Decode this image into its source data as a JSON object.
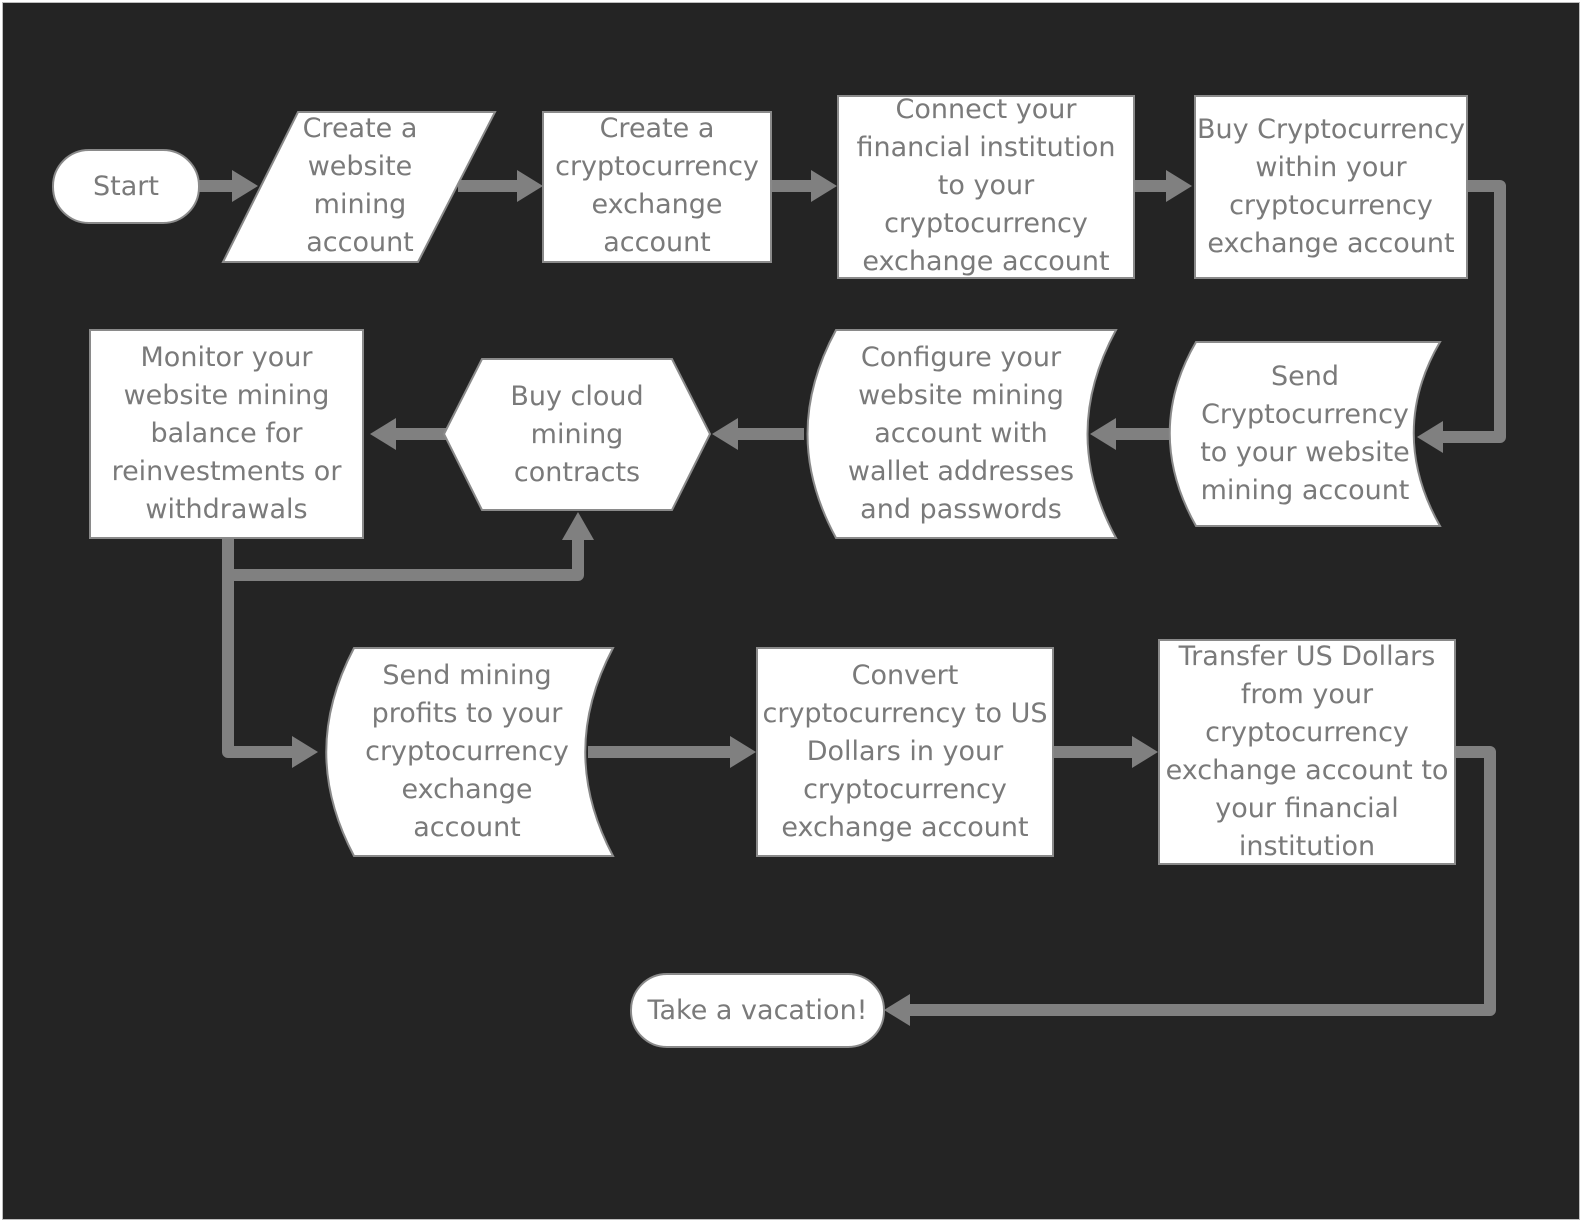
{
  "diagram": {
    "type": "flowchart",
    "nodes": [
      {
        "id": "start",
        "shape": "terminator",
        "text": "Start"
      },
      {
        "id": "n1",
        "shape": "parallelogram",
        "text": "Create a\nwebsite\nmining\naccount"
      },
      {
        "id": "n2",
        "shape": "rectangle",
        "text": "Create a\ncryptocurrency\nexchange\naccount"
      },
      {
        "id": "n3",
        "shape": "rectangle",
        "text": "Connect your\nfinancial institution\nto your\ncryptocurrency\nexchange account"
      },
      {
        "id": "n4",
        "shape": "rectangle",
        "text": "Buy Cryptocurrency\nwithin your\ncryptocurrency\nexchange account"
      },
      {
        "id": "n5",
        "shape": "wave",
        "text": "Send\nCryptocurrency\nto your website\nmining account"
      },
      {
        "id": "n6",
        "shape": "wave",
        "text": "Configure your\nwebsite mining\naccount with\nwallet addresses\nand passwords"
      },
      {
        "id": "n7",
        "shape": "hexagon",
        "text": "Buy cloud\nmining\ncontracts"
      },
      {
        "id": "n8",
        "shape": "rectangle",
        "text": "Monitor your\nwebsite mining\nbalance for\nreinvestments or\nwithdrawals"
      },
      {
        "id": "n9",
        "shape": "wave",
        "text": "Send mining\nprofits to your\ncryptocurrency\nexchange\naccount"
      },
      {
        "id": "n10",
        "shape": "rectangle",
        "text": "Convert\ncryptocurrency to US\nDollars in your\ncryptocurrency\nexchange account"
      },
      {
        "id": "n11",
        "shape": "rectangle",
        "text": "Transfer US Dollars\nfrom your\ncryptocurrency\nexchange account to\nyour financial\ninstitution"
      },
      {
        "id": "end",
        "shape": "terminator",
        "text": "Take a vacation!"
      }
    ],
    "edges": [
      {
        "from": "start",
        "to": "n1"
      },
      {
        "from": "n1",
        "to": "n2"
      },
      {
        "from": "n2",
        "to": "n3"
      },
      {
        "from": "n3",
        "to": "n4"
      },
      {
        "from": "n4",
        "to": "n5"
      },
      {
        "from": "n5",
        "to": "n6"
      },
      {
        "from": "n6",
        "to": "n7"
      },
      {
        "from": "n7",
        "to": "n8"
      },
      {
        "from": "n8",
        "to": "n7"
      },
      {
        "from": "n8",
        "to": "n9"
      },
      {
        "from": "n9",
        "to": "n10"
      },
      {
        "from": "n10",
        "to": "n11"
      },
      {
        "from": "n11",
        "to": "end"
      }
    ]
  },
  "colors": {
    "background": "#242424",
    "node_fill": "#ffffff",
    "node_border": "#8a8a8a",
    "connector": "#808080",
    "text": "#7a7a7a"
  }
}
